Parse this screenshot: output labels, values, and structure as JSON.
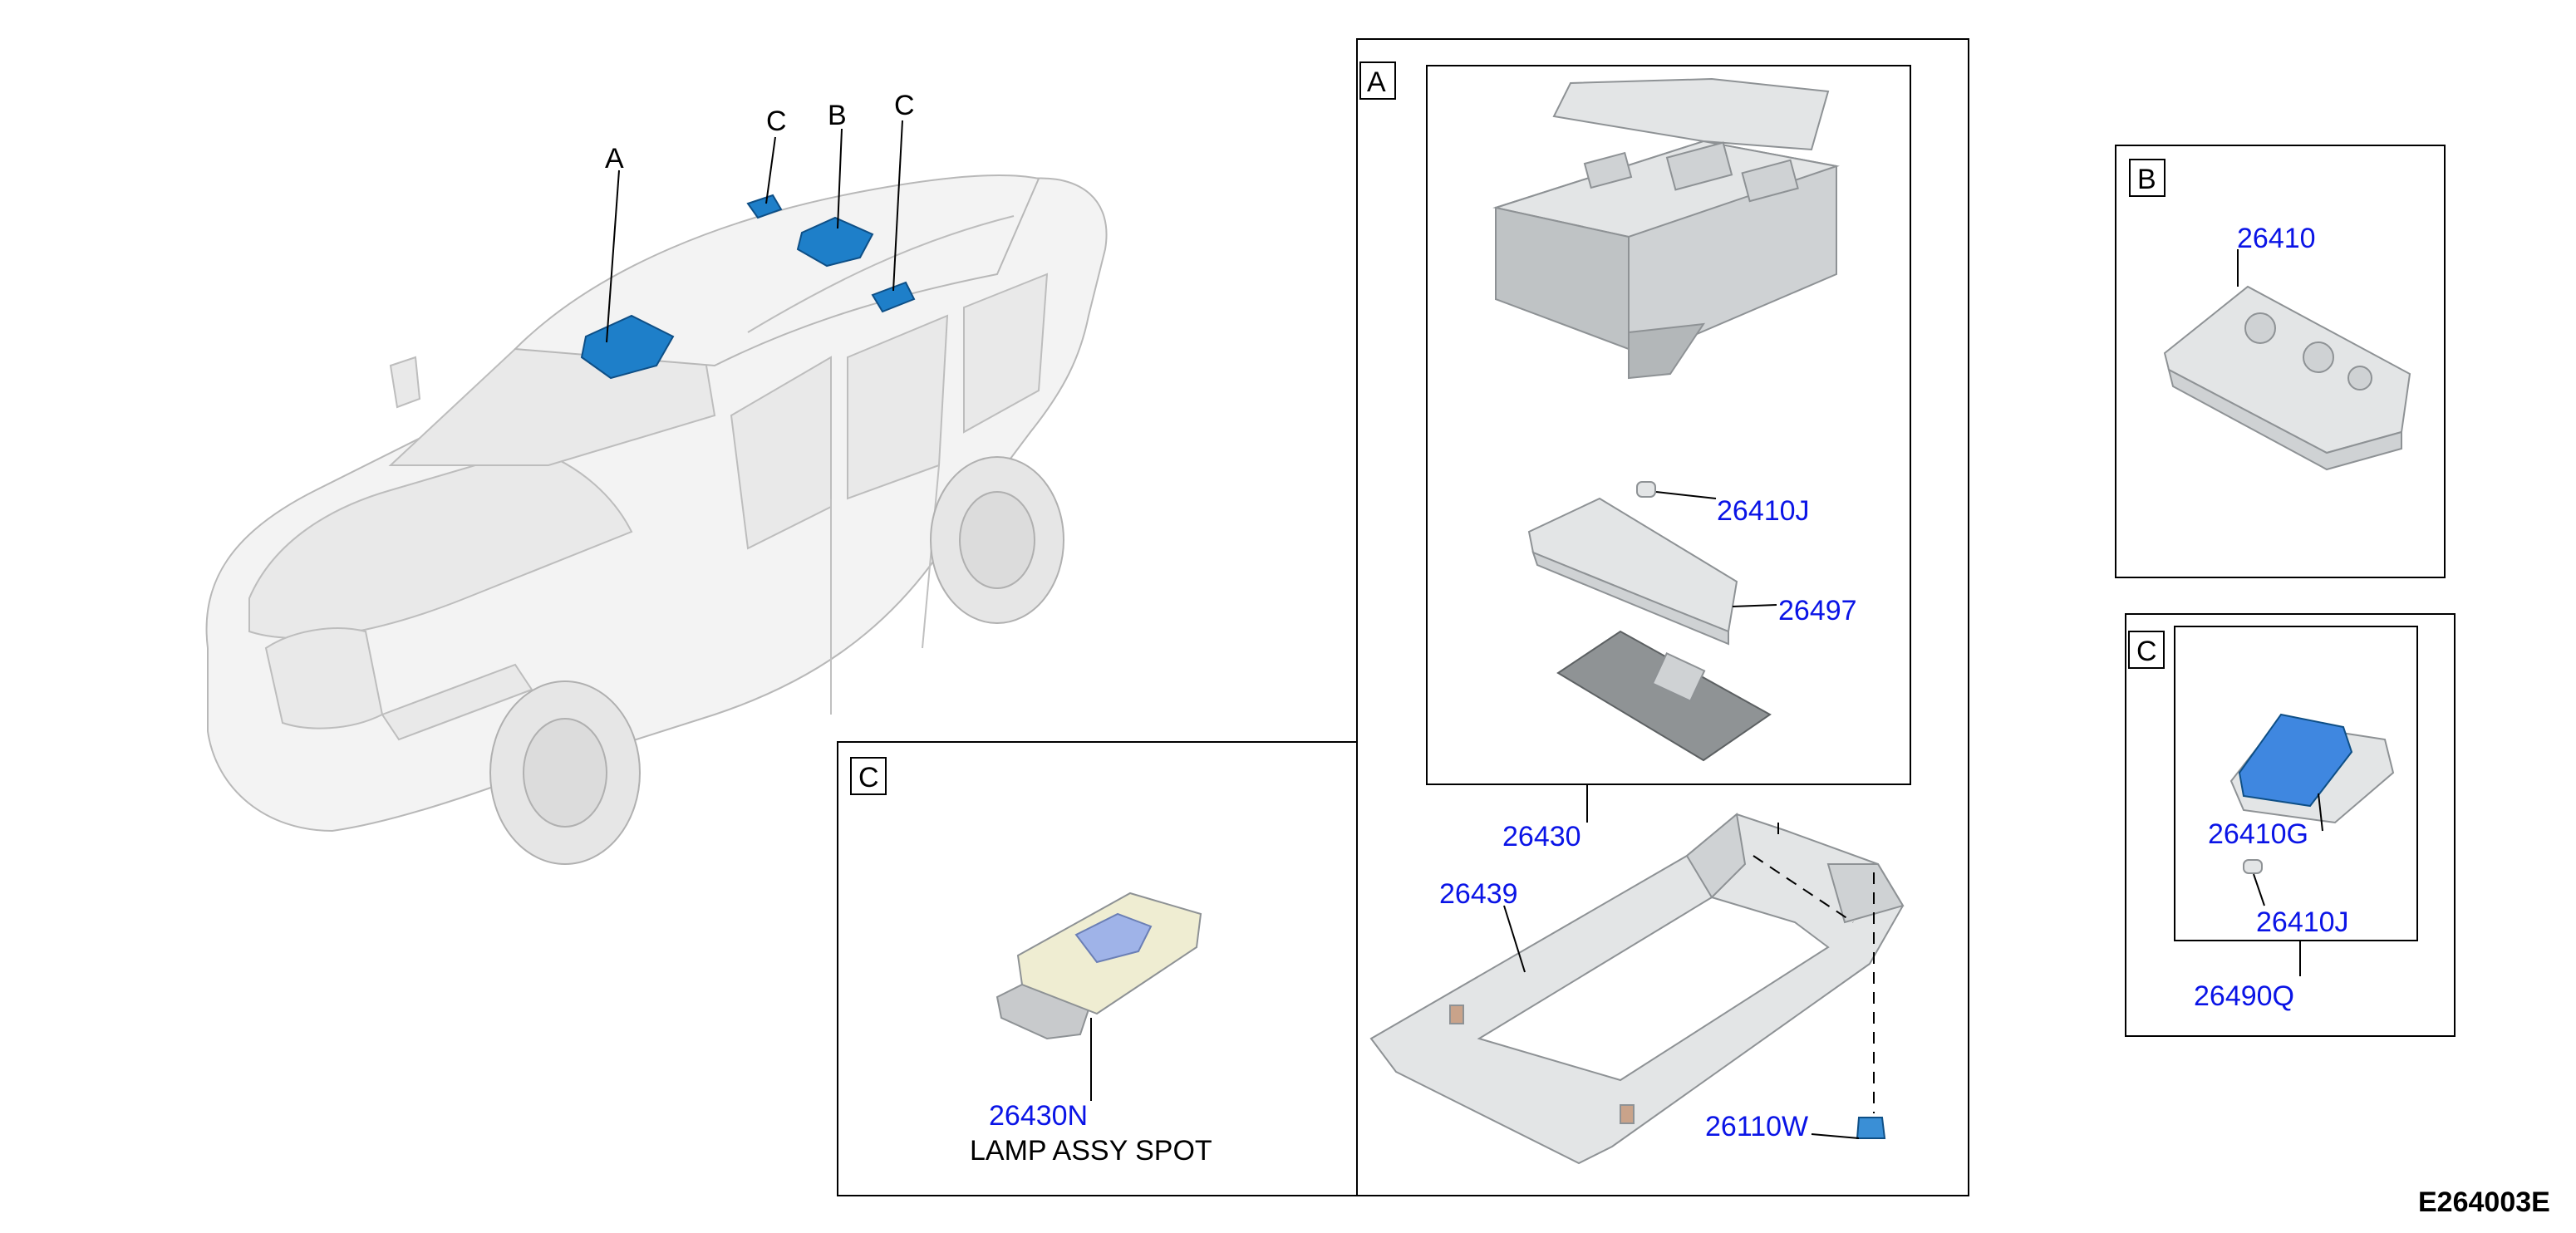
{
  "diagram": {
    "code": "E264003E",
    "car_callouts": [
      "A",
      "C",
      "B",
      "C"
    ],
    "panels": {
      "A": {
        "letter": "A",
        "parts": [
          "26410J",
          "26497",
          "26430",
          "26439",
          "26110W"
        ]
      },
      "B": {
        "letter": "B",
        "parts": [
          "26410"
        ]
      },
      "C_right": {
        "letter": "C",
        "parts": [
          "26410G",
          "26410J",
          "26490Q"
        ]
      },
      "C_bottom": {
        "letter": "C",
        "parts": [
          "26430N"
        ],
        "caption": "LAMP ASSY SPOT"
      }
    }
  }
}
